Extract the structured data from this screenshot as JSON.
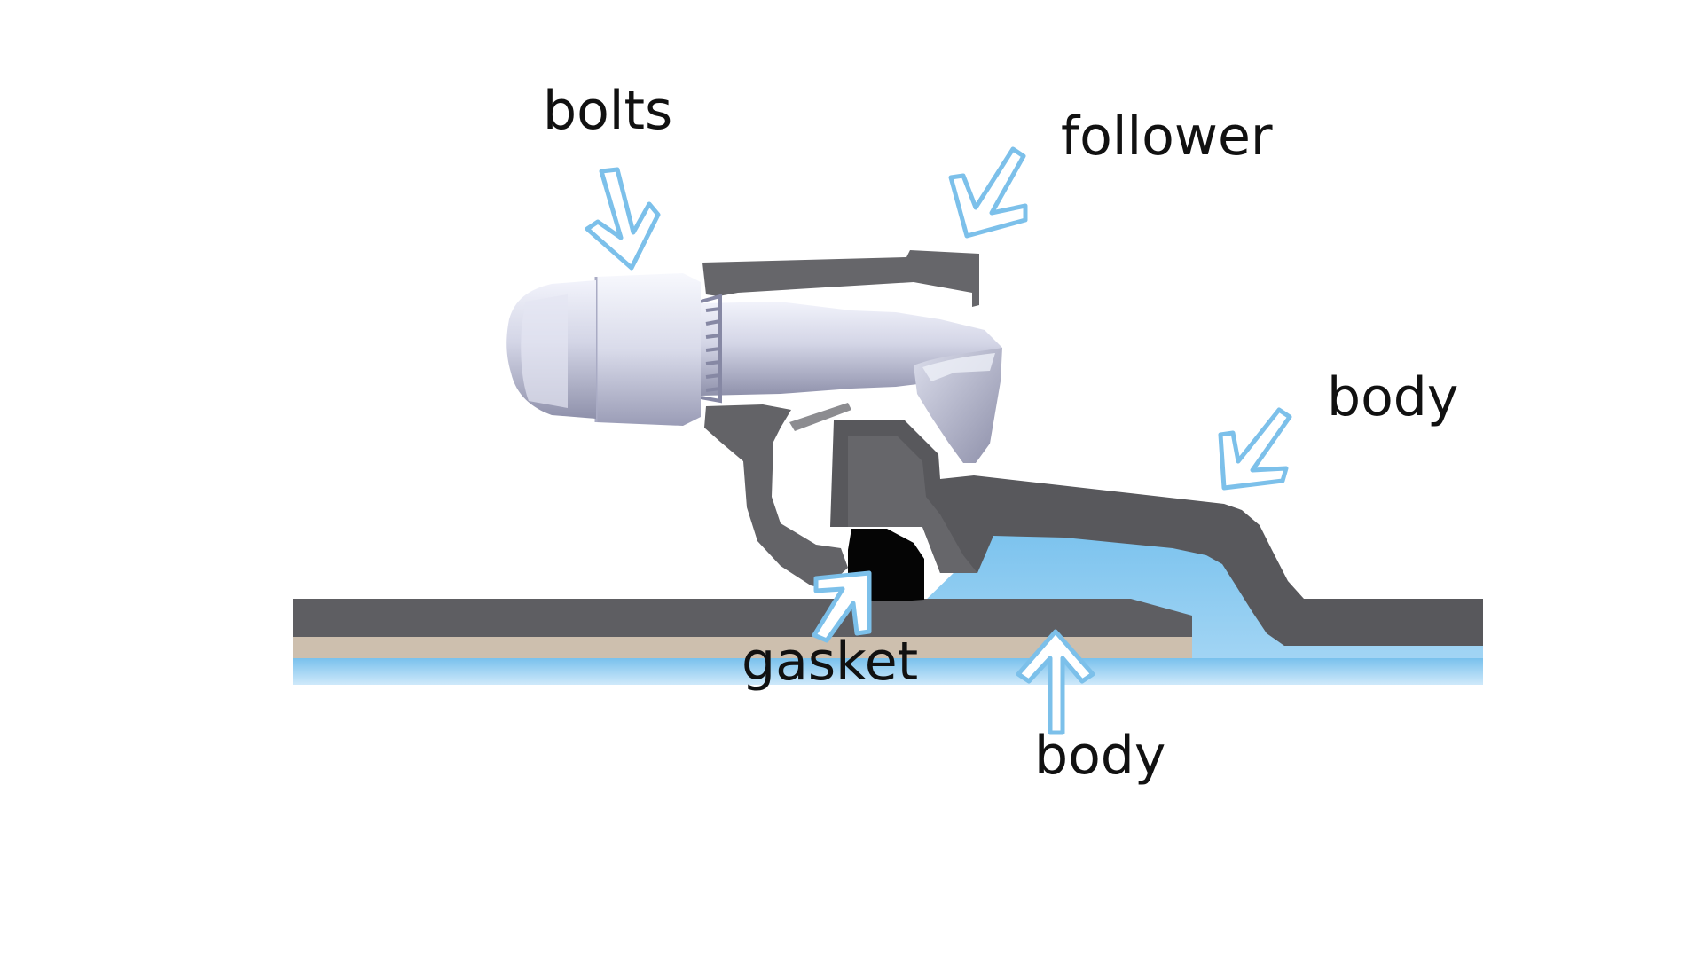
{
  "labels": {
    "bolts": "bolts",
    "follower": "follower",
    "body_upper": "body",
    "gasket": "gasket",
    "body_lower": "body"
  },
  "colors": {
    "background": "#ffffff",
    "label_text": "#111111",
    "callout_arrow": "#7cc0ea",
    "water": "#7cc3ee",
    "body_metal": "#5e5e62",
    "follower_metal": "#66666a",
    "gasket": "#050505",
    "bolt_light": "#eceef8",
    "bolt_dark": "#8a8ca6",
    "pipe_lining": "#cdbfae"
  }
}
